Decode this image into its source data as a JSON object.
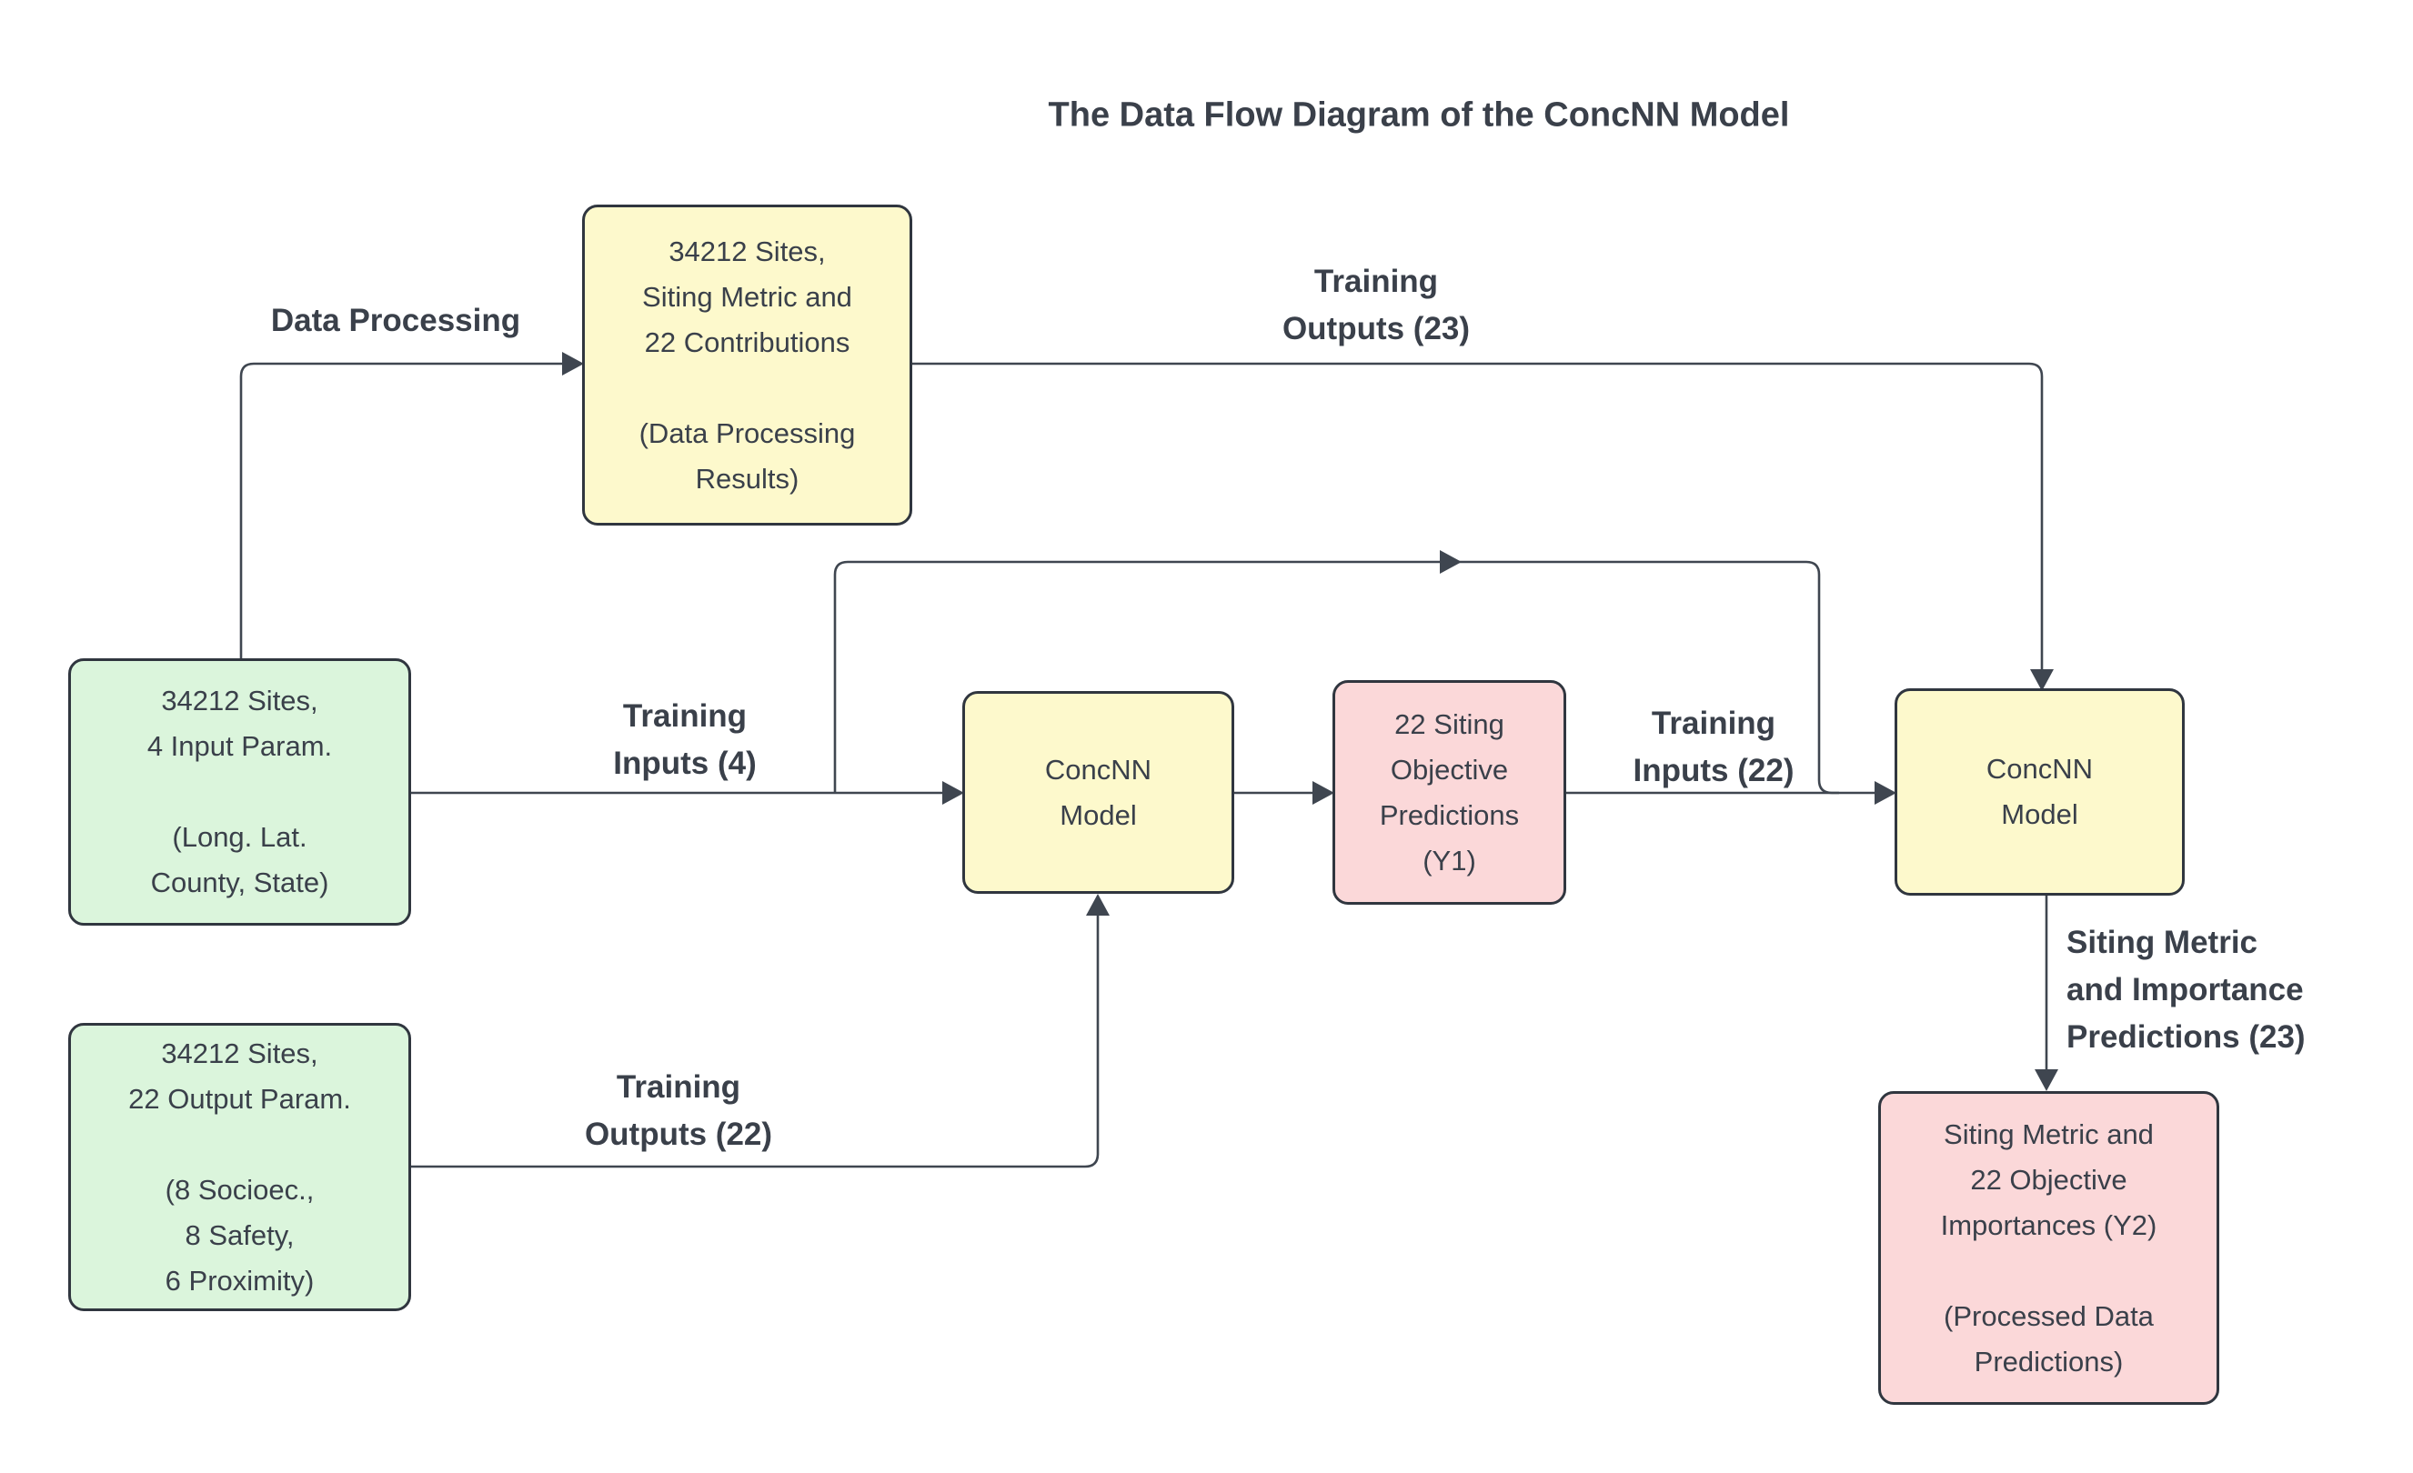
{
  "title": "The Data Flow Diagram of the ConcNN Model",
  "colors": {
    "node_yellow": "#fdf9cc",
    "node_green": "#dbf5dc",
    "node_pink": "#fbd8d9",
    "node_border": "#30363f",
    "edge_line": "#3f4650",
    "text": "#3a404a",
    "background": "#ffffff"
  },
  "nodes": {
    "processing_results": {
      "text": "34212 Sites,\nSiting Metric and\n22 Contributions\n\n(Data Processing\nResults)",
      "fill": "yellow"
    },
    "input_params": {
      "text": "34212 Sites,\n4 Input Param.\n\n(Long. Lat.\nCounty, State)",
      "fill": "green"
    },
    "output_params": {
      "text": "34212 Sites,\n22 Output Param.\n\n(8 Socioec.,\n8 Safety,\n6 Proximity)",
      "fill": "green"
    },
    "model_1": {
      "text": "ConcNN\nModel",
      "fill": "yellow"
    },
    "y1": {
      "text": "22 Siting\nObjective\nPredictions\n(Y1)",
      "fill": "pink"
    },
    "model_2": {
      "text": "ConcNN\nModel",
      "fill": "yellow"
    },
    "y2": {
      "text": "Siting Metric and\n22 Objective\nImportances (Y2)\n\n(Processed Data\nPredictions)",
      "fill": "pink"
    }
  },
  "edge_labels": {
    "data_processing": "Data Processing",
    "training_outputs_23": "Training\nOutputs (23)",
    "training_inputs_4": "Training\nInputs (4)",
    "training_outputs_22": "Training\nOutputs (22)",
    "training_inputs_22": "Training\nInputs (22)",
    "predictions_23": "Siting Metric\nand Importance\nPredictions (23)"
  }
}
